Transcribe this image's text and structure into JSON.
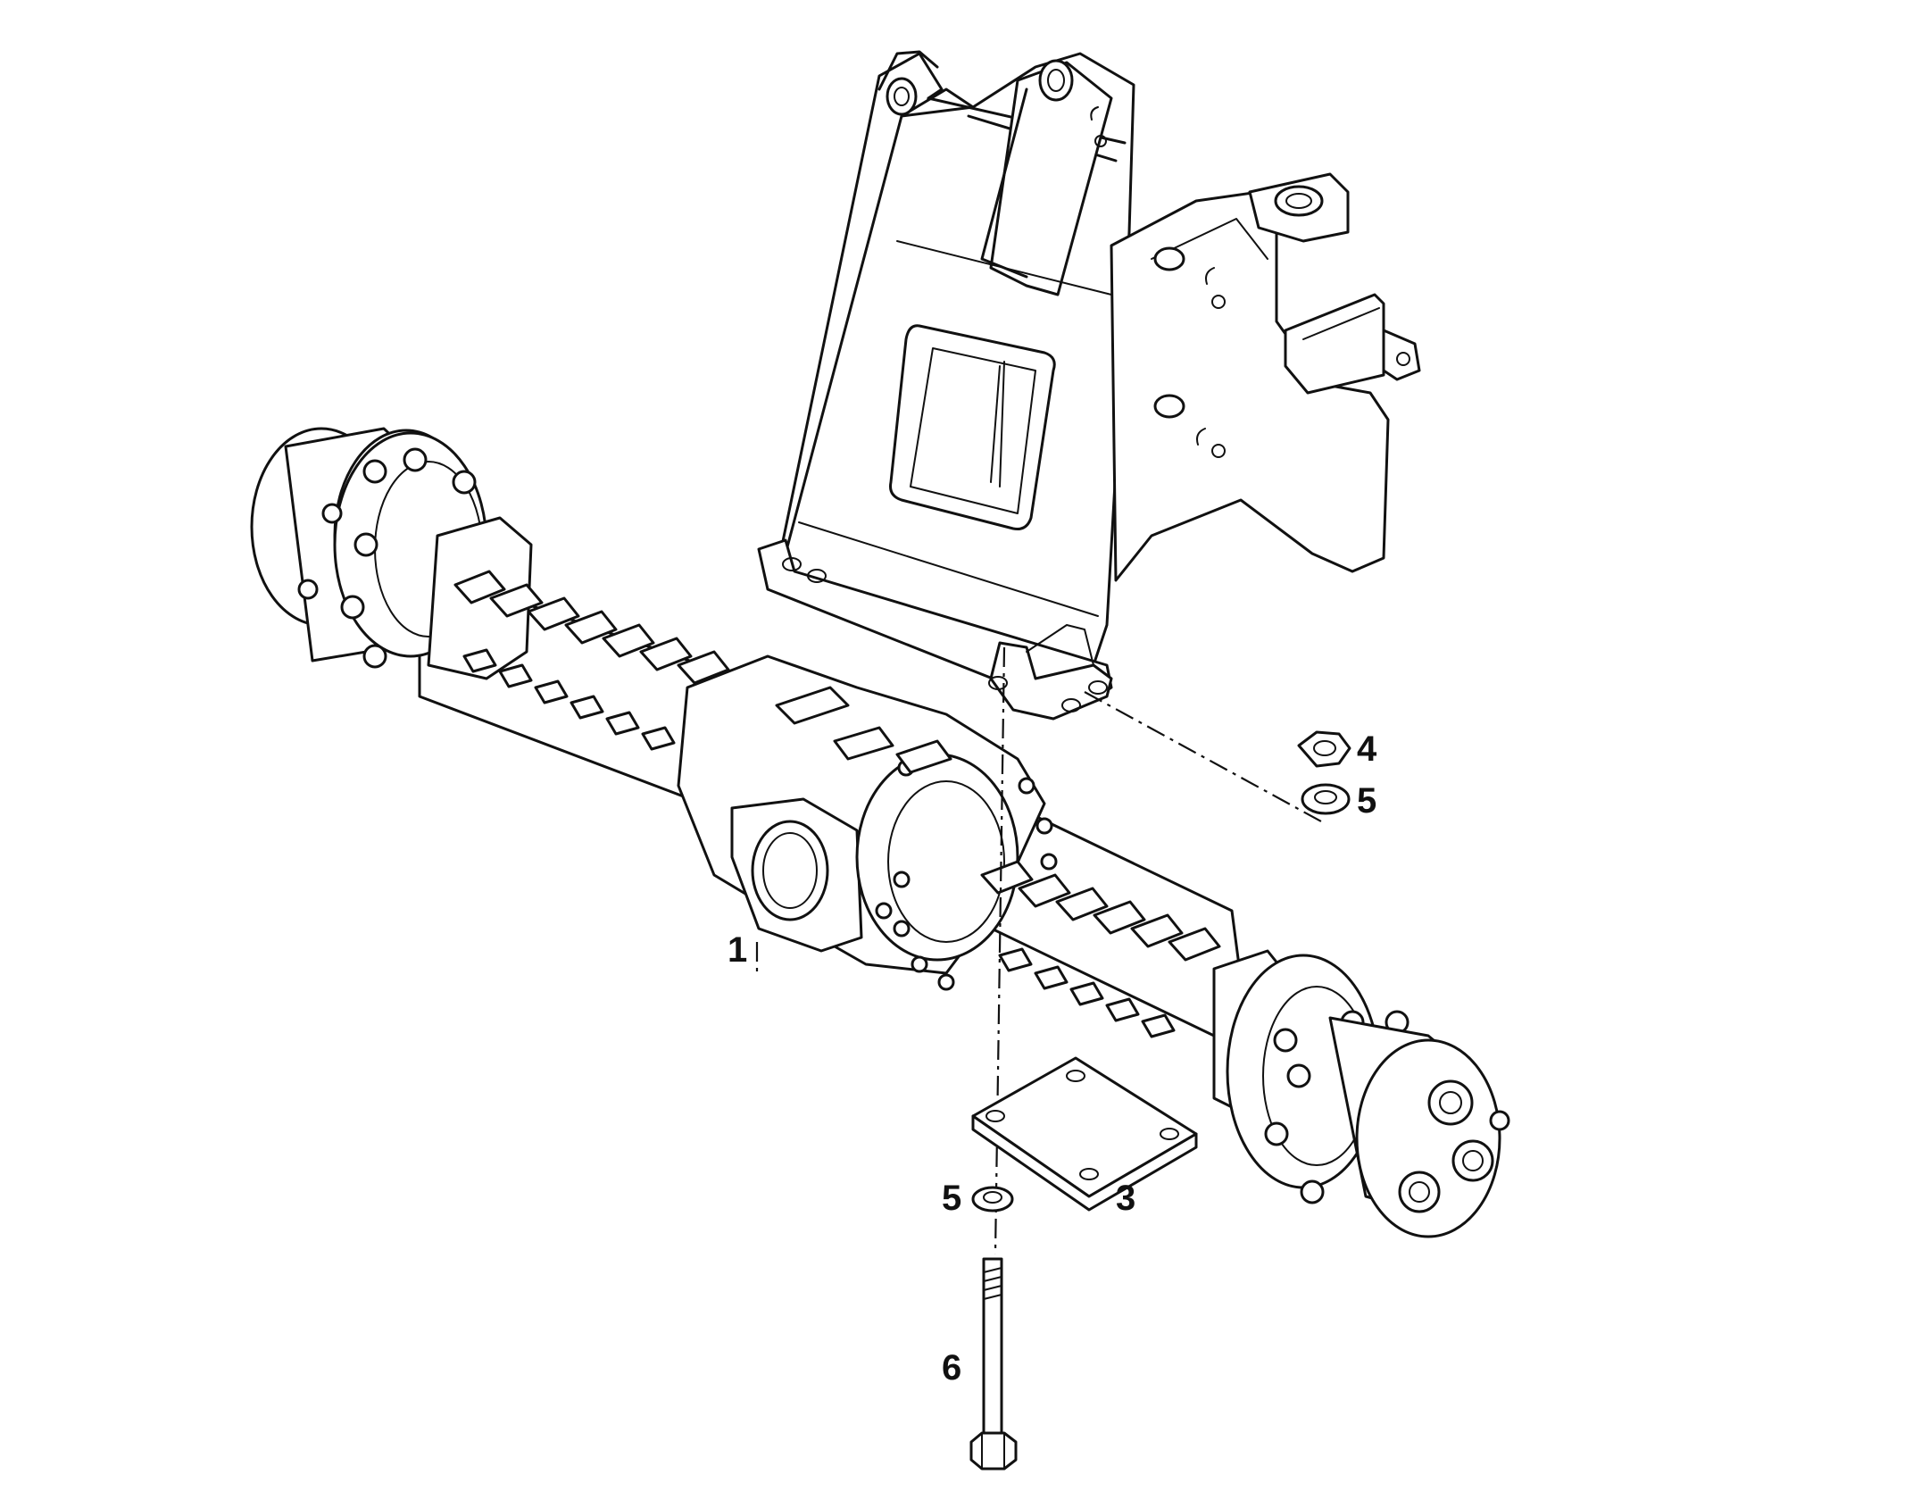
{
  "callouts": [
    {
      "id": "axle",
      "label": "1"
    },
    {
      "id": "plate",
      "label": "3"
    },
    {
      "id": "nut",
      "label": "4"
    },
    {
      "id": "washer-top",
      "label": "5"
    },
    {
      "id": "washer-bottom",
      "label": "5"
    },
    {
      "id": "bolt",
      "label": "6"
    }
  ],
  "parts": [
    {
      "callout": "1",
      "icon": "axle-assembly-icon"
    },
    {
      "callout": "3",
      "icon": "mounting-plate-icon"
    },
    {
      "callout": "4",
      "icon": "hex-nut-icon"
    },
    {
      "callout": "5",
      "icon": "flat-washer-icon"
    },
    {
      "callout": "6",
      "icon": "hex-bolt-icon"
    },
    {
      "callout": "",
      "icon": "axle-support-bracket-icon"
    }
  ]
}
